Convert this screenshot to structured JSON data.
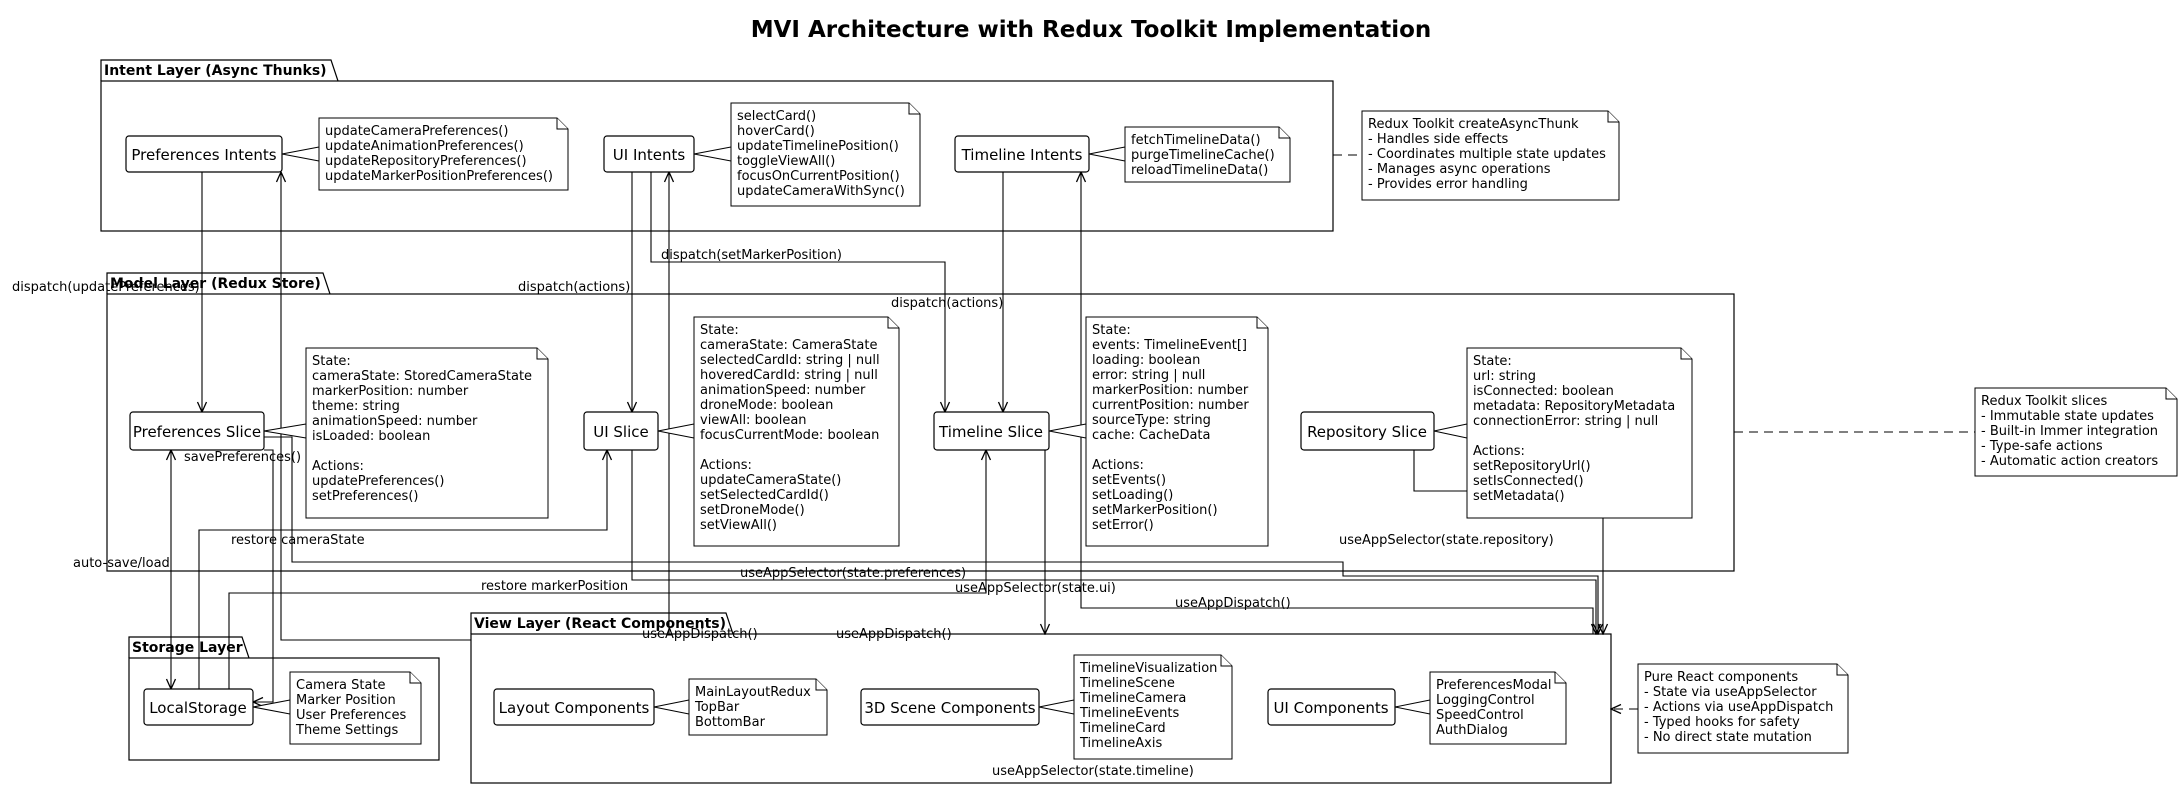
{
  "title": "MVI Architecture with Redux Toolkit Implementation",
  "packages": {
    "intent": {
      "label": "Intent Layer (Async Thunks)"
    },
    "model": {
      "label": "Model Layer (Redux Store)"
    },
    "storage": {
      "label": "Storage Layer"
    },
    "view": {
      "label": "View Layer (React Components)"
    }
  },
  "nodes": {
    "pref_intents": "Preferences Intents",
    "ui_intents": "UI Intents",
    "timeline_intents": "Timeline Intents",
    "pref_slice": "Preferences Slice",
    "ui_slice": "UI Slice",
    "timeline_slice": "Timeline Slice",
    "repo_slice": "Repository Slice",
    "local_storage": "LocalStorage",
    "layout_components": "Layout Components",
    "scene_components": "3D Scene Components",
    "ui_components": "UI Components"
  },
  "notes": {
    "pref_intents": [
      "updateCameraPreferences()",
      "updateAnimationPreferences()",
      "updateRepositoryPreferences()",
      "updateMarkerPositionPreferences()"
    ],
    "ui_intents": [
      "selectCard()",
      "hoverCard()",
      "updateTimelinePosition()",
      "toggleViewAll()",
      "focusOnCurrentPosition()",
      "updateCameraWithSync()"
    ],
    "timeline_intents": [
      "fetchTimelineData()",
      "purgeTimelineCache()",
      "reloadTimelineData()"
    ],
    "thunk_summary": [
      "Redux Toolkit createAsyncThunk",
      "- Handles side effects",
      "- Coordinates multiple state updates",
      "- Manages async operations",
      "- Provides error handling"
    ],
    "pref_slice": [
      "State:",
      "cameraState: StoredCameraState",
      "markerPosition: number",
      "theme: string",
      "animationSpeed: number",
      "isLoaded: boolean",
      "",
      "Actions:",
      "updatePreferences()",
      "setPreferences()"
    ],
    "ui_slice": [
      "State:",
      "cameraState: CameraState",
      "selectedCardId: string | null",
      "hoveredCardId: string | null",
      "animationSpeed: number",
      "droneMode: boolean",
      "viewAll: boolean",
      "focusCurrentMode: boolean",
      "",
      "Actions:",
      "updateCameraState()",
      "setSelectedCardId()",
      "setDroneMode()",
      "setViewAll()"
    ],
    "timeline_slice": [
      "State:",
      "events: TimelineEvent[]",
      "loading: boolean",
      "error: string | null",
      "markerPosition: number",
      "currentPosition: number",
      "sourceType: string",
      "cache: CacheData",
      "",
      "Actions:",
      "setEvents()",
      "setLoading()",
      "setMarkerPosition()",
      "setError()"
    ],
    "repo_slice": [
      "State:",
      "url: string",
      "isConnected: boolean",
      "metadata: RepositoryMetadata",
      "connectionError: string | null",
      "",
      "Actions:",
      "setRepositoryUrl()",
      "setIsConnected()",
      "setMetadata()"
    ],
    "slices_summary": [
      "Redux Toolkit slices",
      "- Immutable state updates",
      "- Built-in Immer integration",
      "- Type-safe actions",
      "- Automatic action creators"
    ],
    "storage": [
      "Camera State",
      "Marker Position",
      "User Preferences",
      "Theme Settings"
    ],
    "layout": [
      "MainLayoutRedux",
      "TopBar",
      "BottomBar"
    ],
    "scene": [
      "TimelineVisualization",
      "TimelineScene",
      "TimelineCamera",
      "TimelineEvents",
      "TimelineCard",
      "TimelineAxis"
    ],
    "ui_components": [
      "PreferencesModal",
      "LoggingControl",
      "SpeedControl",
      "AuthDialog"
    ],
    "view_summary": [
      "Pure React components",
      "- State via useAppSelector",
      "- Actions via useAppDispatch",
      "- Typed hooks for safety",
      "- No direct state mutation"
    ]
  },
  "edges": {
    "dispatch_update_prefs": "dispatch(updatePreferences)",
    "dispatch_actions_ui": "dispatch(actions)",
    "dispatch_set_marker": "dispatch(setMarkerPosition)",
    "dispatch_actions_timeline": "dispatch(actions)",
    "save_preferences": "savePreferences()",
    "restore_camera": "restore cameraState",
    "auto_save_load": "auto-save/load",
    "restore_marker": "restore markerPosition",
    "select_preferences": "useAppSelector(state.preferences)",
    "select_ui": "useAppSelector(state.ui)",
    "select_repository": "useAppSelector(state.repository)",
    "select_timeline": "useAppSelector(state.timeline)",
    "dispatch_from_layout": "useAppDispatch()",
    "dispatch_from_scene": "useAppDispatch()",
    "dispatch_from_ui": "useAppDispatch()"
  }
}
